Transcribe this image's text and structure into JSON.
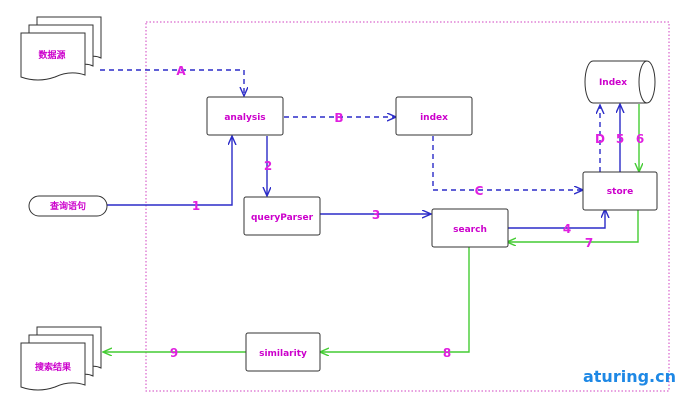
{
  "colors": {
    "blue": "#2b2bc8",
    "green": "#44cc33",
    "magenta_label": "#cc00cc",
    "edge_label": "#e020e0",
    "frame": "#d040c0",
    "box_stroke": "#333333",
    "watermark": "#1e88e5"
  },
  "nodes": {
    "data_source": "数据源",
    "query_statement": "查询语句",
    "analysis": "analysis",
    "index_proc": "index",
    "index_store": "Index",
    "query_parser": "queryParser",
    "search": "search",
    "store": "store",
    "similarity": "similarity",
    "search_results": "搜索结果"
  },
  "edges": {
    "A": "A",
    "B": "B",
    "C": "C",
    "D": "D",
    "e1": "1",
    "e2": "2",
    "e3": "3",
    "e4": "4",
    "e5": "5",
    "e6": "6",
    "e7": "7",
    "e8": "8",
    "e9": "9"
  },
  "watermark": "aturing.cn"
}
